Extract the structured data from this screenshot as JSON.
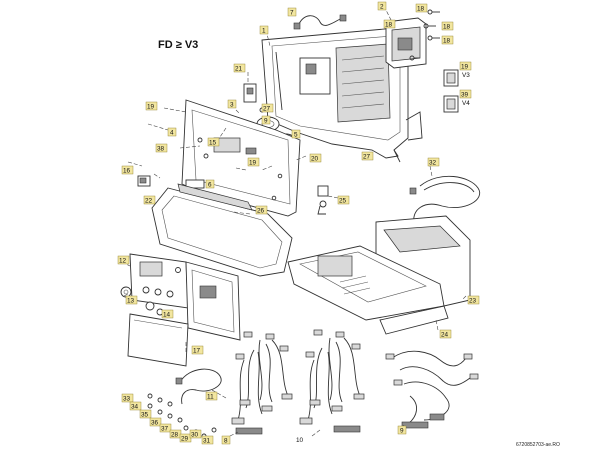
{
  "title": "FD ≥ V3",
  "image_code": "6720852703-ae.RO",
  "callouts": {
    "c1": "1",
    "c2": "2",
    "c3": "3",
    "c4": "4",
    "c5": "5",
    "c6": "6",
    "c7": "7",
    "c8": "8",
    "c9": "9",
    "c10": "10",
    "c11": "11",
    "c12": "12",
    "c13": "13",
    "c14": "14",
    "c15": "15",
    "c16": "16",
    "c17": "17",
    "c18a": "18",
    "c18b": "18",
    "c18c": "18",
    "c18d": "18",
    "c19a": "19",
    "c19b": "19",
    "c19v3_num": "19",
    "c19v3_lbl": "V3",
    "c39v4_num": "39",
    "c39v4_lbl": "V4",
    "c20": "20",
    "c21": "21",
    "c22": "22",
    "c23": "23",
    "c24": "24",
    "c25": "25",
    "c26": "26",
    "c27a": "27",
    "c27b": "27",
    "c28": "28",
    "c29": "29",
    "c30": "30",
    "c31": "31",
    "c32": "32",
    "c33": "33",
    "c34": "34",
    "c35": "35",
    "c36": "36",
    "c37": "37",
    "c38": "38"
  }
}
